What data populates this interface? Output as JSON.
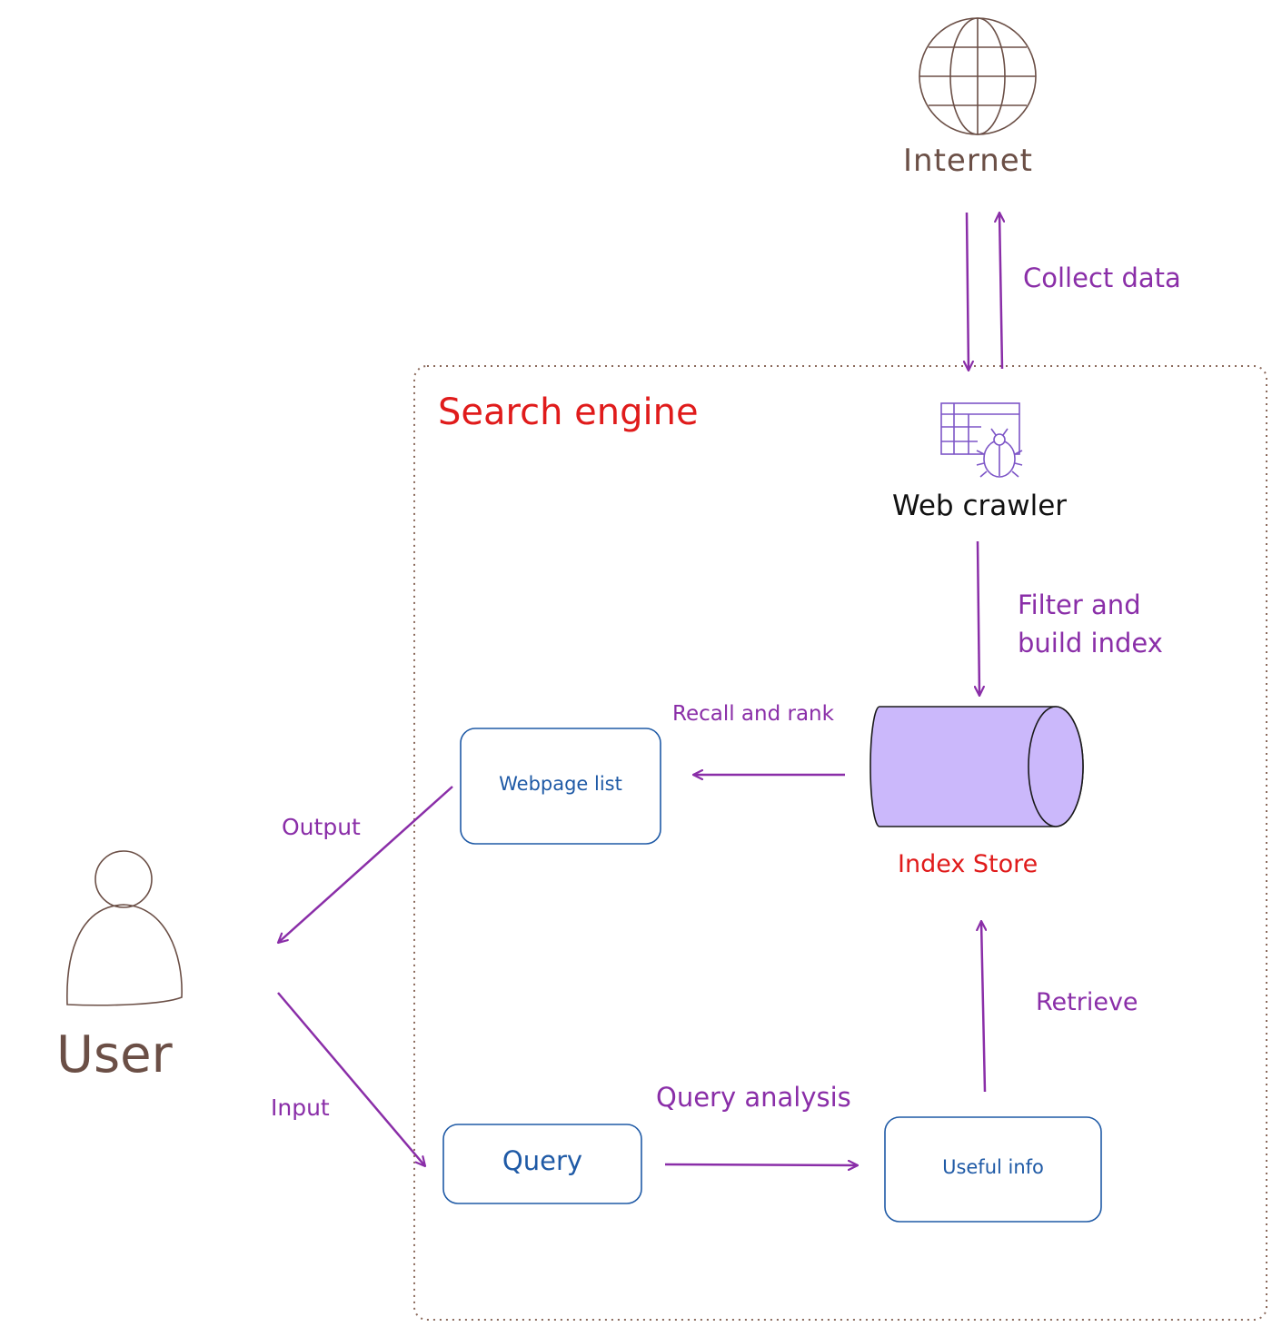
{
  "diagram": {
    "title": "Search engine",
    "nodes": {
      "internet": "Internet",
      "web_crawler": "Web crawler",
      "index_store": "Index Store",
      "webpage_list": "Webpage list",
      "user": "User",
      "query": "Query",
      "useful_info": "Useful info"
    },
    "edges": {
      "collect_data": "Collect data",
      "filter_build_index": "Filter and build index",
      "recall_rank": "Recall and rank",
      "output": "Output",
      "input": "Input",
      "query_analysis": "Query analysis",
      "retrieve": "Retrieve"
    }
  },
  "colors": {
    "arrow": "#8a2ea8",
    "title": "#e01b1b",
    "box_border": "#1f5aa6",
    "cylinder_fill": "#cbb8fb",
    "outline": "#6b4f46"
  },
  "icons": {
    "internet": "globe-icon",
    "web_crawler": "spider-table-icon",
    "index_store": "database-cylinder-icon",
    "user": "person-icon"
  }
}
